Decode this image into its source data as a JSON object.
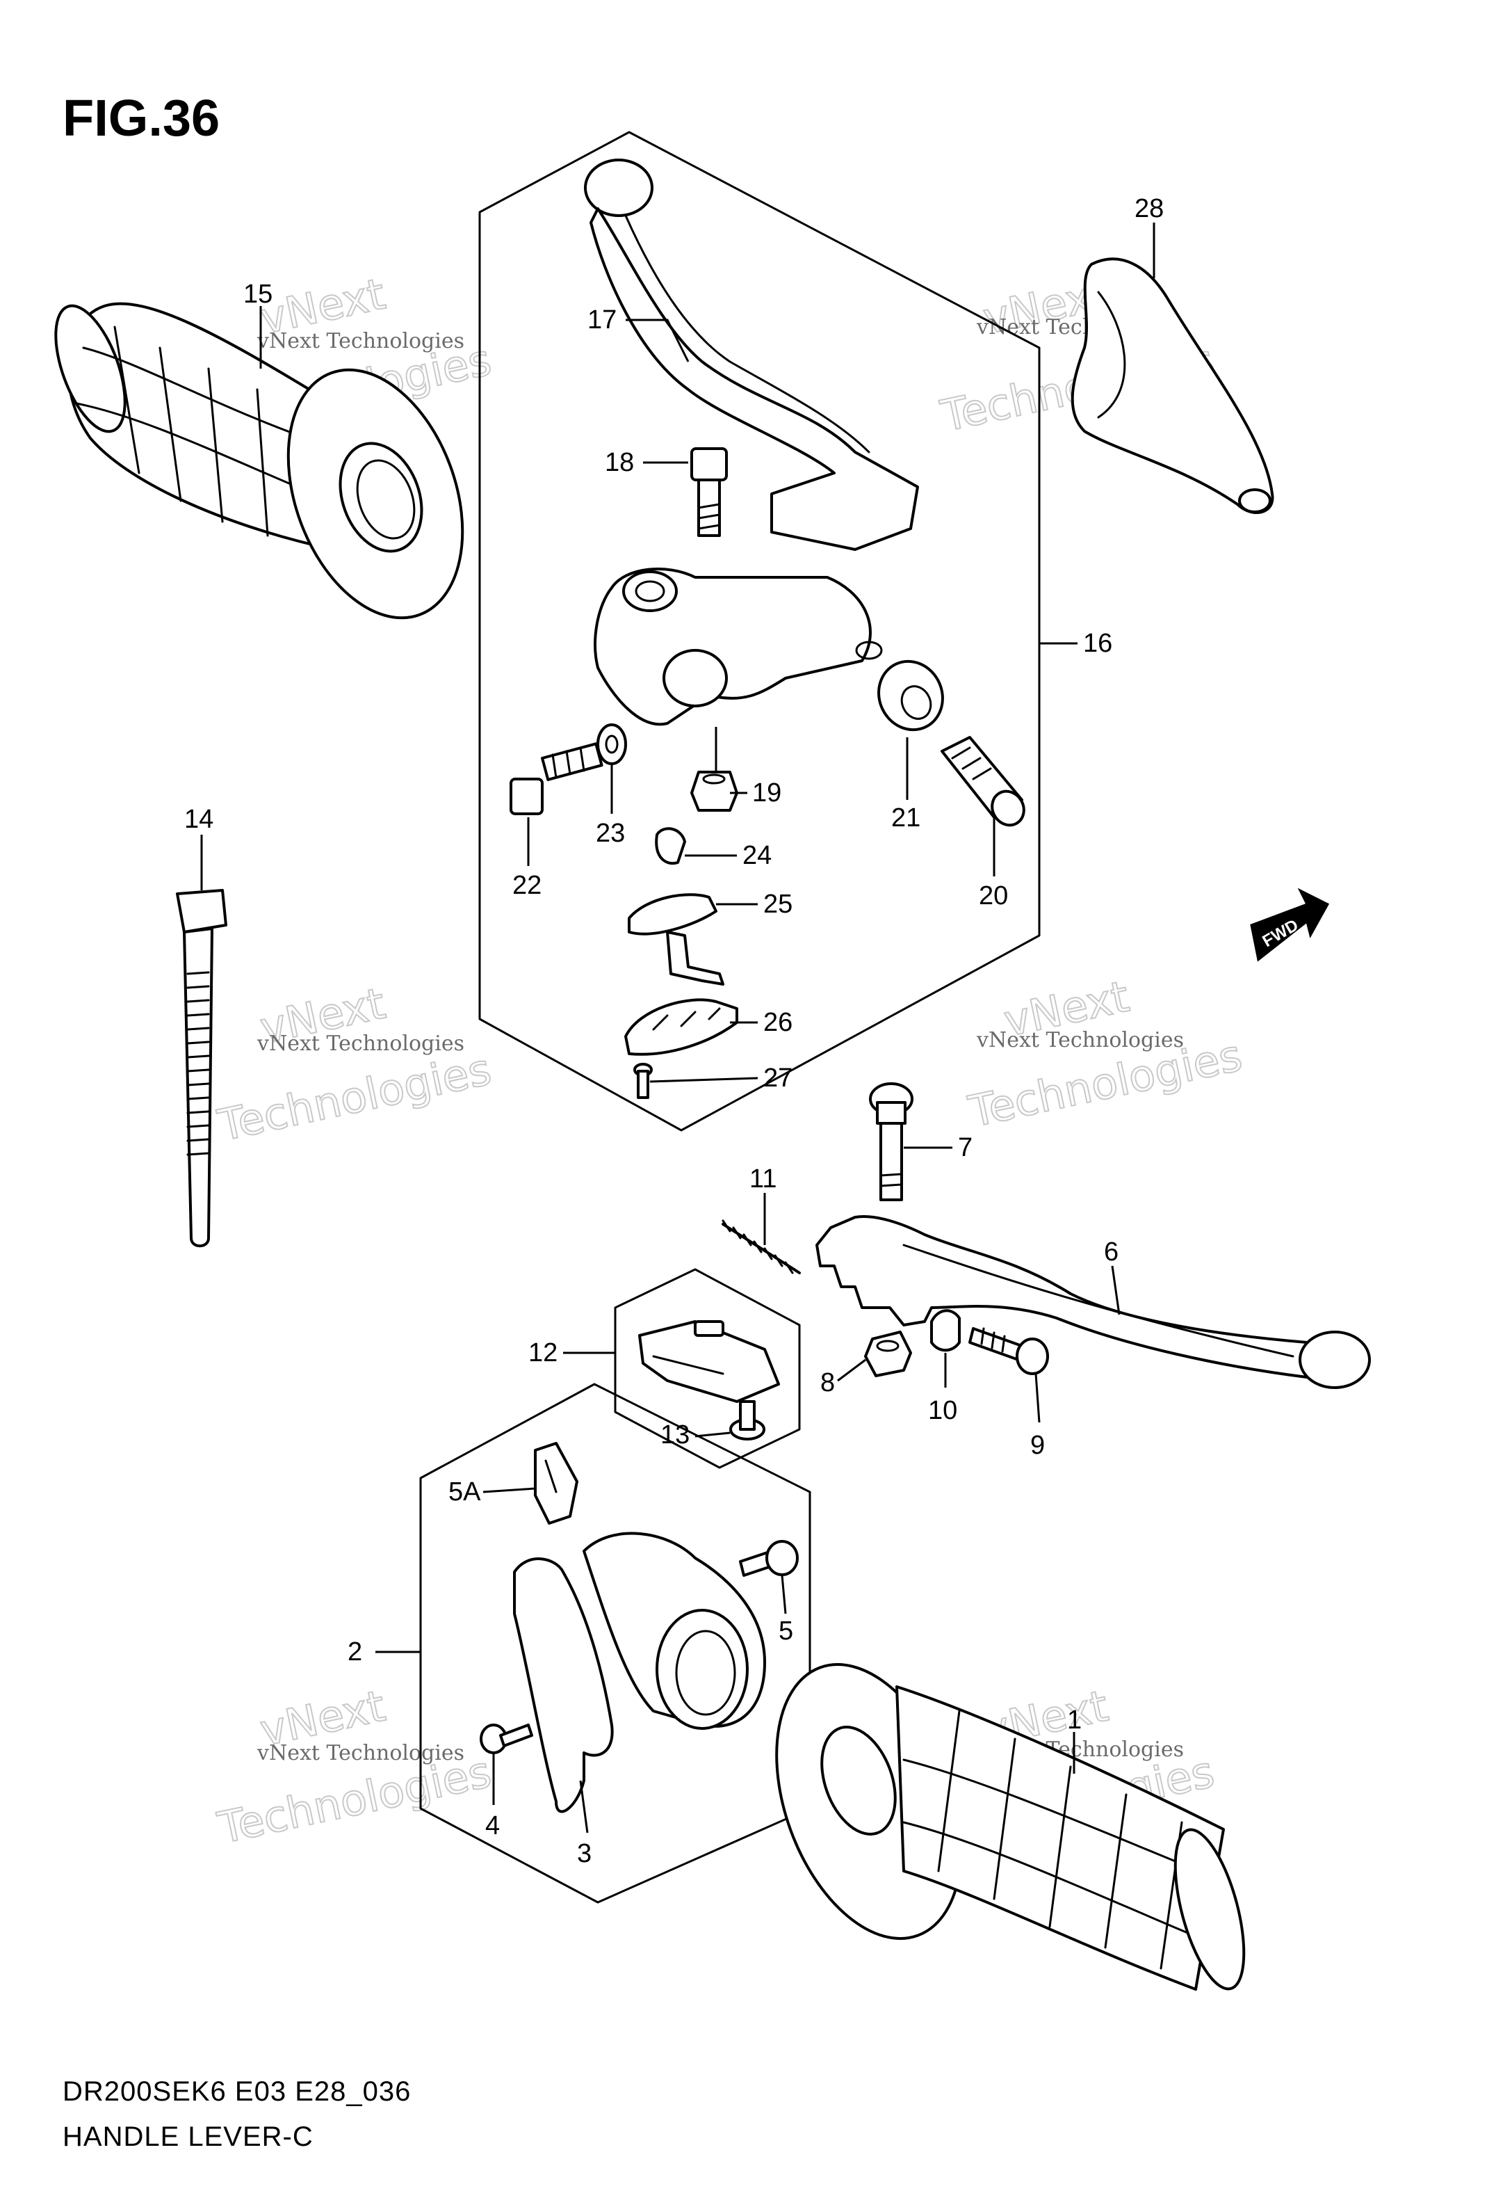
{
  "figure": {
    "title": "FIG.36",
    "code": "DR200SEK6 E03 E28_036",
    "name": "HANDLE LEVER-C"
  },
  "watermark": {
    "line1": "vNext Technologies",
    "line2": "vNext",
    "line3": "Technologies"
  },
  "fwd_label": "FWD",
  "callouts": {
    "p1": "1",
    "p2": "2",
    "p3": "3",
    "p4": "4",
    "p5": "5",
    "p5a": "5A",
    "p6": "6",
    "p7": "7",
    "p8": "8",
    "p9": "9",
    "p10": "10",
    "p11": "11",
    "p12": "12",
    "p13": "13",
    "p14": "14",
    "p15": "15",
    "p16": "16",
    "p17": "17",
    "p18": "18",
    "p19": "19",
    "p20": "20",
    "p21": "21",
    "p22": "22",
    "p23": "23",
    "p24": "24",
    "p25": "25",
    "p26": "26",
    "p27": "27",
    "p28": "28"
  }
}
